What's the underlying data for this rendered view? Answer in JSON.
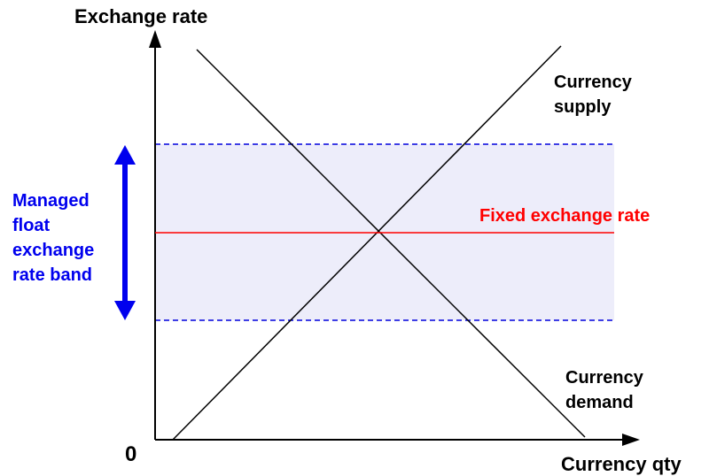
{
  "labels": {
    "y_axis": "Exchange rate",
    "x_axis": "Currency qty",
    "origin": "0",
    "supply": [
      "Currency",
      "supply"
    ],
    "demand": [
      "Currency",
      "demand"
    ],
    "fixed_rate": "Fixed exchange rate",
    "band": [
      "Managed",
      "float",
      "exchange",
      "rate band"
    ]
  },
  "colors": {
    "axis": "#000000",
    "curve": "#000000",
    "fixed_rate": "#ff0000",
    "band_fill": "#ededfa",
    "band_edge": "#0000dd",
    "band_label": "#0000ee"
  }
}
